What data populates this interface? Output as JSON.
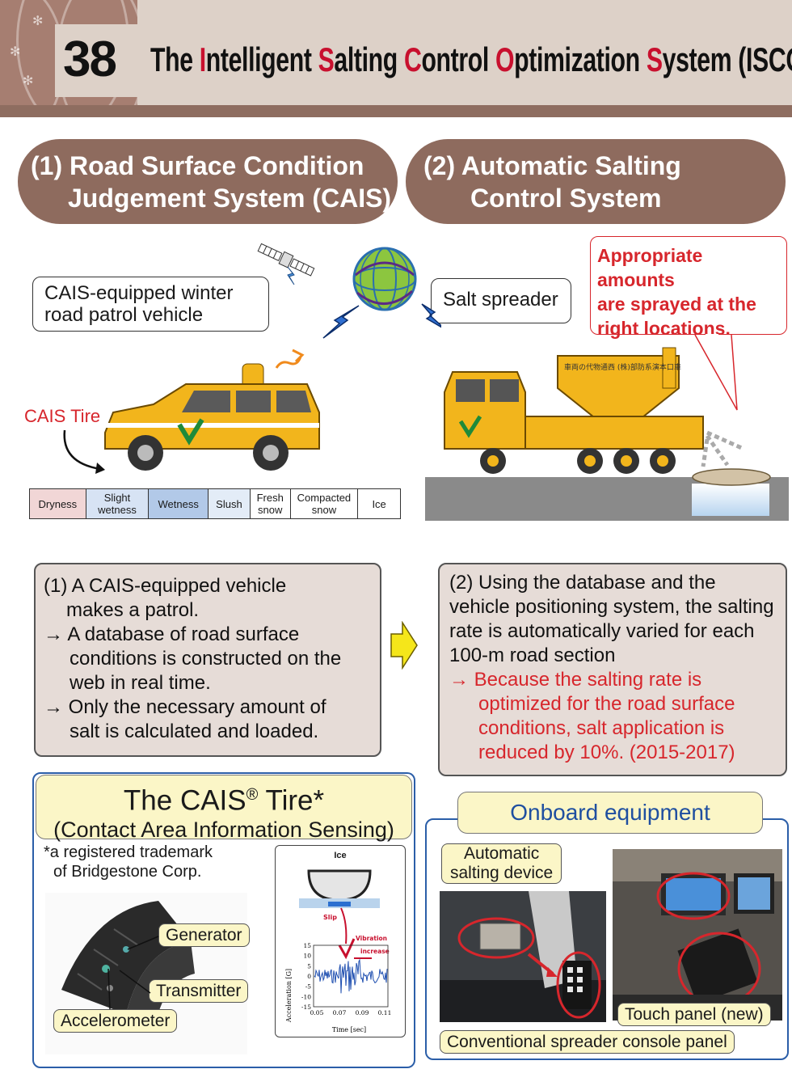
{
  "header": {
    "number": "38",
    "title_parts": [
      {
        "text": "The ",
        "hl": false
      },
      {
        "text": "I",
        "hl": true
      },
      {
        "text": "ntelligent ",
        "hl": false
      },
      {
        "text": "S",
        "hl": true
      },
      {
        "text": "alting ",
        "hl": false
      },
      {
        "text": "C",
        "hl": true
      },
      {
        "text": "ontrol ",
        "hl": false
      },
      {
        "text": "O",
        "hl": true
      },
      {
        "text": "ptimization ",
        "hl": false
      },
      {
        "text": "S",
        "hl": true
      },
      {
        "text": "ystem (ISCOS)",
        "hl": false
      }
    ],
    "accent_color": "#c8102e"
  },
  "sections": {
    "s1": {
      "line1": "(1)  Road Surface Condition",
      "line2": "Judgement System (CAIS)"
    },
    "s2": {
      "line1": "(2)  Automatic Salting",
      "line2": "Control System"
    }
  },
  "diagram": {
    "patrol_callout": {
      "line1": "CAIS-equipped winter",
      "line2": "road patrol vehicle"
    },
    "spreader_callout": "Salt spreader",
    "spray_callout": {
      "line1": "Appropriate amounts",
      "line2": "are sprayed at the",
      "line3": "right locations."
    },
    "cais_tire_label": "CAIS Tire",
    "truck_text": "車両の代物通西    (株)部防系演本口車",
    "road_conditions": [
      {
        "l1": "Dryness",
        "l2": "",
        "color": "#f1d6d6"
      },
      {
        "l1": "Slight",
        "l2": "wetness",
        "color": "#d7e3f4"
      },
      {
        "l1": "Wetness",
        "l2": "",
        "color": "#b2c9e8"
      },
      {
        "l1": "Slush",
        "l2": "",
        "color": "#e3ecf7"
      },
      {
        "l1": "Fresh",
        "l2": "snow",
        "color": "#ffffff"
      },
      {
        "l1": "Compacted",
        "l2": "snow",
        "color": "#ffffff"
      },
      {
        "l1": "Ice",
        "l2": "",
        "color": "#ffffff"
      }
    ]
  },
  "box1": {
    "l1": "(1) A CAIS-equipped vehicle",
    "l2": "makes a patrol.",
    "l3": "→ A database of road surface",
    "l4": "conditions is constructed on the",
    "l5": "web in real time.",
    "l6": "→ Only the necessary amount of",
    "l7": "salt is calculated and loaded."
  },
  "box2": {
    "l1": "(2) Using the database and the",
    "l2": "vehicle positioning system, the salting",
    "l3": "rate is automatically varied for each",
    "l4": "100-m road section",
    "l5": "→ Because the salting rate is",
    "l6": "optimized for the road surface",
    "l7": "conditions, salt application is",
    "l8": "reduced by 10%. (2015-2017)"
  },
  "cais_tire": {
    "title_main": "The CAIS",
    "title_reg": "®",
    "title_end": " Tire*",
    "subtitle": "(Contact Area Information Sensing)",
    "note1": "*a registered trademark",
    "note2": "of Bridgestone Corp.",
    "labels": {
      "generator": "Generator",
      "transmitter": "Transmitter",
      "accelerometer": "Accelerometer"
    },
    "graph": {
      "title": "Ice",
      "slip": "Slip",
      "vibration": "Vibration",
      "increase": "increase",
      "ylabel": "Acceleration [G]",
      "xlabel": "Time [sec]",
      "yticks": [
        "15",
        "10",
        "5",
        "0",
        "-5",
        "-10",
        "-15"
      ],
      "xticks": [
        "0.05",
        "0.07",
        "0.09",
        "0.11"
      ]
    }
  },
  "onboard": {
    "title": "Onboard equipment",
    "auto_device_l1": "Automatic",
    "auto_device_l2": "salting device",
    "touch_panel": "Touch panel (new)",
    "console_panel": "Conventional spreader console panel"
  }
}
